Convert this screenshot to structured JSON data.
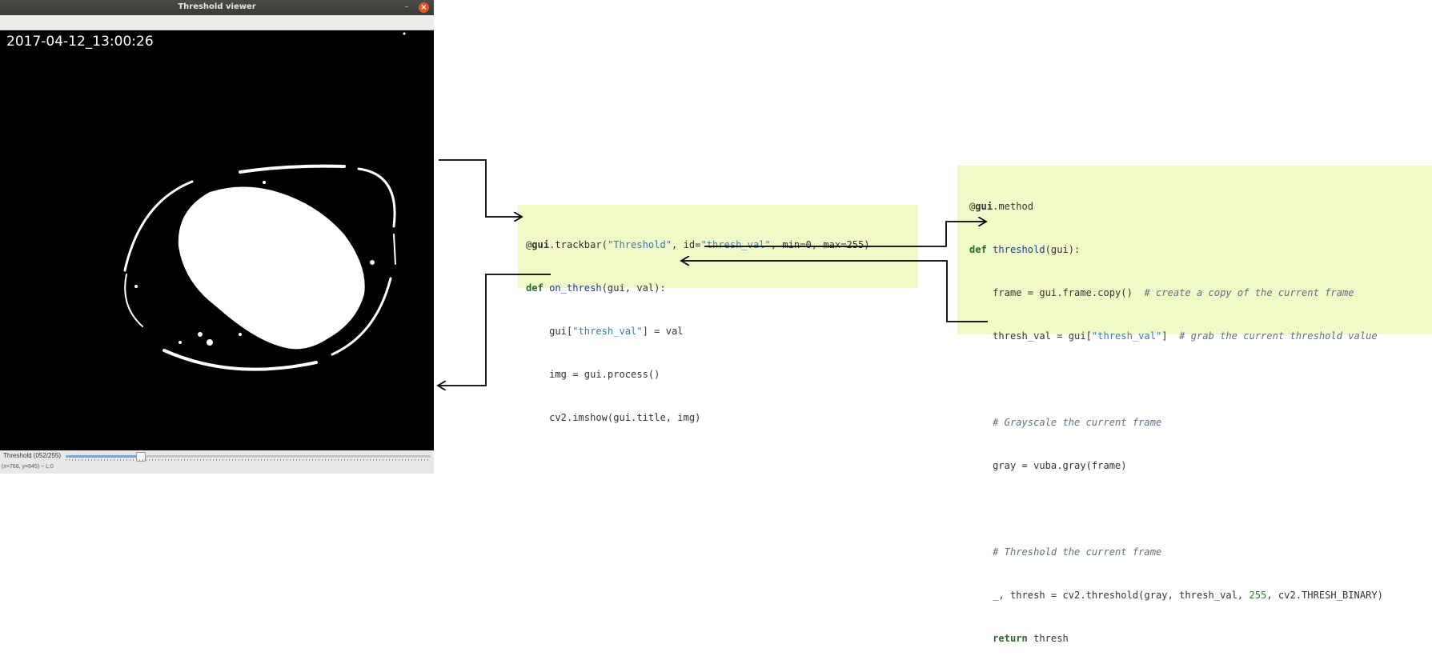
{
  "window": {
    "title": "Threshold viewer",
    "minimize_glyph": "–",
    "close_glyph": "×",
    "timestamp": "2017-04-12_13:00:26",
    "trackbar": {
      "label": "Threshold  (052/255)",
      "value": 52,
      "max": 255
    },
    "status": "(x=768, y=845) ~ L:0"
  },
  "colors": {
    "code_bg": "#f0fac8",
    "titlebar": "#3f3f3c",
    "close": "#e95420",
    "slider": "#7aa6da"
  },
  "panel1": {
    "line1": {
      "at": "@",
      "gui": "gui",
      "p1": ".trackbar(",
      "s1": "\"Threshold\"",
      "p2": ", id=",
      "s2": "\"thresh_val\"",
      "p3": ", min=0, max=255)"
    },
    "line2": {
      "kw": "def",
      "name": "on_thresh",
      "rest": "(gui, val):"
    },
    "line3": {
      "a": "gui[",
      "s": "\"thresh_val\"",
      "b": "] = val"
    },
    "line4": "img = gui.process()",
    "line5": "cv2.imshow(gui.title, img)"
  },
  "panel2": {
    "line1": {
      "at": "@",
      "gui": "gui",
      "rest": ".method"
    },
    "line2": {
      "kw": "def",
      "name": "threshold",
      "rest": "(gui):"
    },
    "line3": {
      "code": "frame = gui.frame.copy()",
      "cmt": "# create a copy of the current frame"
    },
    "line4": {
      "a": "thresh_val = gui[",
      "s": "\"thresh_val\"",
      "b": "]",
      "cmt": "# grab the current threshold value"
    },
    "line6": "# Grayscale the current frame",
    "line7": "gray = vuba.gray(frame)",
    "line9": "# Threshold the current frame",
    "line10": {
      "a": "_, thresh = cv2.threshold(gray, thresh_val, ",
      "num": "255",
      "b": ", cv2.THRESH_BINARY)"
    },
    "line11": {
      "kw": "return",
      "rest": "thresh"
    }
  }
}
